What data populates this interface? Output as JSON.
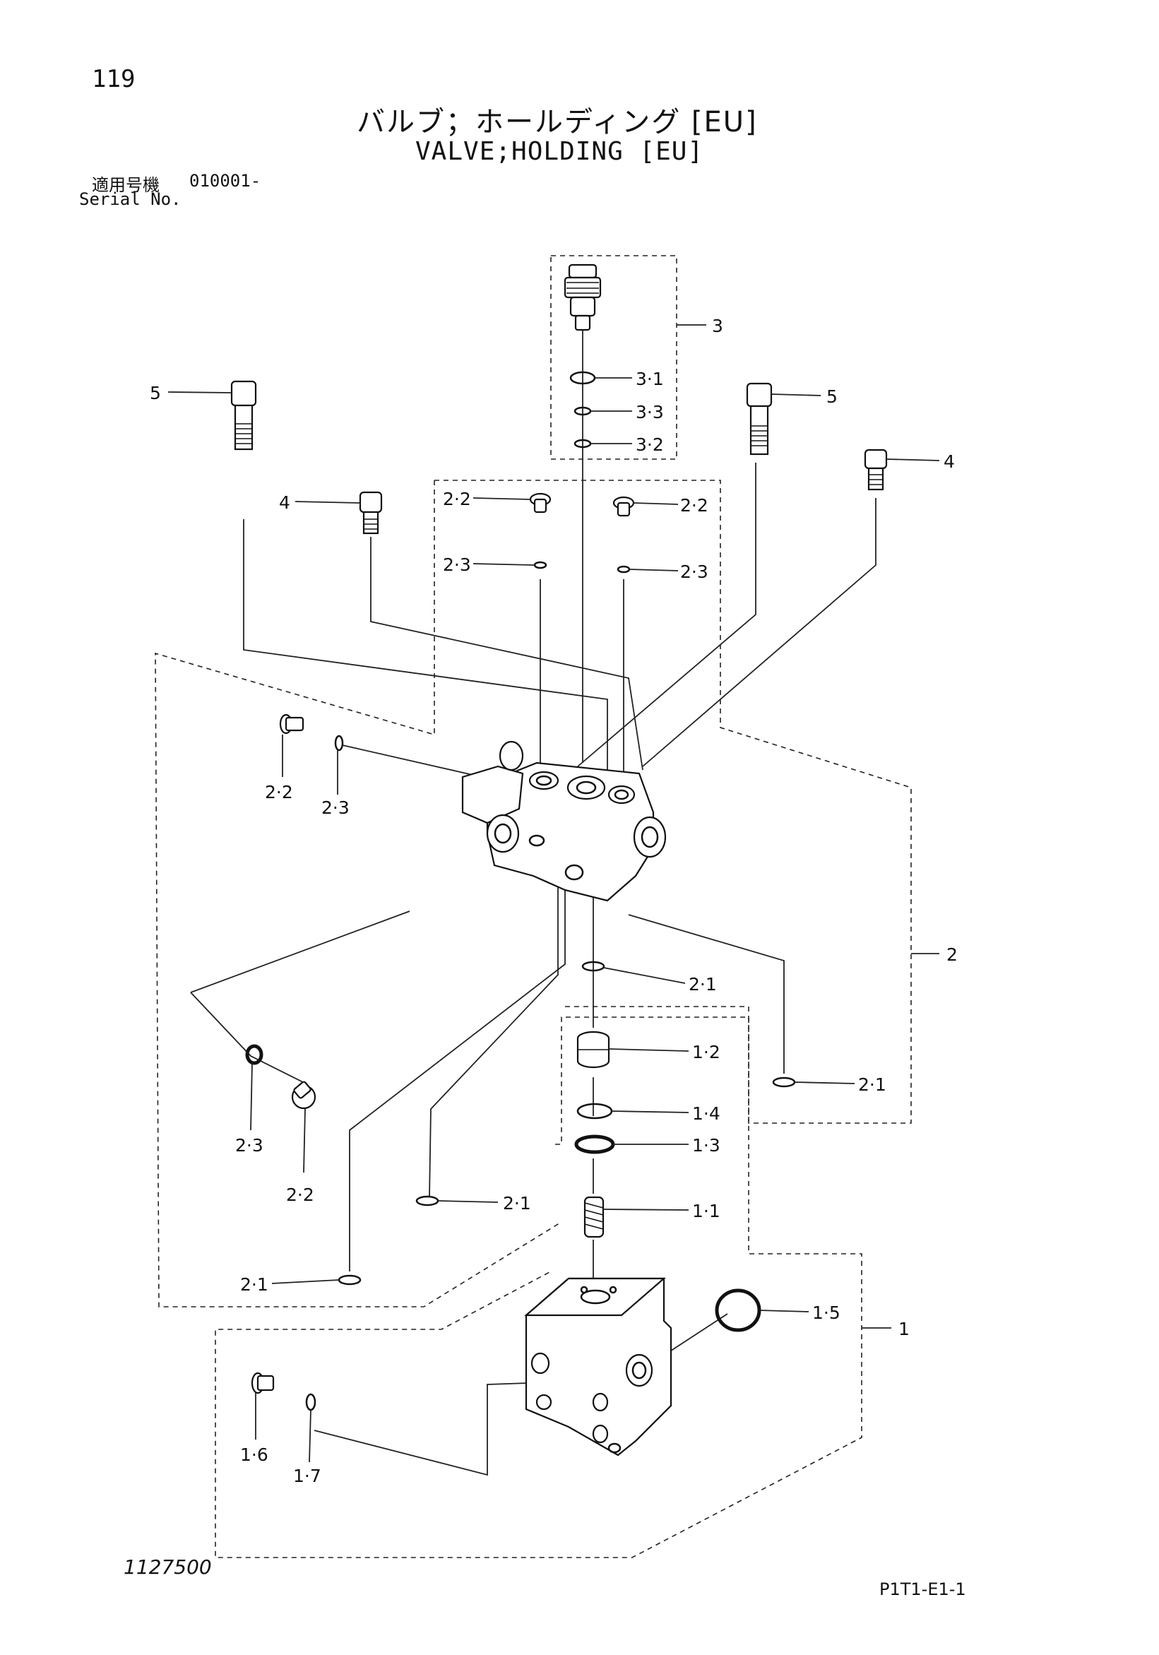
{
  "page": {
    "page_number": "119",
    "title_jp": "バルブ；ホールディング [EU]",
    "title_en": "VALVE;HOLDING [EU]",
    "serial_label_jp": "適用号機",
    "serial_value": "010001-",
    "serial_label_en": "Serial No.",
    "drawing_number": "1127500",
    "page_code": "P1T1-E1-1"
  },
  "callouts": {
    "c3": "3",
    "c3_1": "3·1",
    "c3_3": "3·3",
    "c3_2": "3·2",
    "c5_left": "5",
    "c5_right": "5",
    "c4_left": "4",
    "c4_right": "4",
    "c2_2_top_left": "2·2",
    "c2_2_top_right": "2·2",
    "c2_3_top_left": "2·3",
    "c2_3_top_right": "2·3",
    "c2_2_side": "2·2",
    "c2_3_side": "2·3",
    "c2": "2",
    "c2_1_center": "2·1",
    "c2_1_right": "2·1",
    "c2_3_lower": "2·3",
    "c2_2_lower": "2·2",
    "c2_1_lower_mid": "2·1",
    "c2_1_lower_left": "2·1",
    "c1_2": "1·2",
    "c1_4": "1·4",
    "c1_3": "1·3",
    "c1_1": "1·1",
    "c1_5": "1·5",
    "c1": "1",
    "c1_6": "1·6",
    "c1_7": "1·7"
  }
}
